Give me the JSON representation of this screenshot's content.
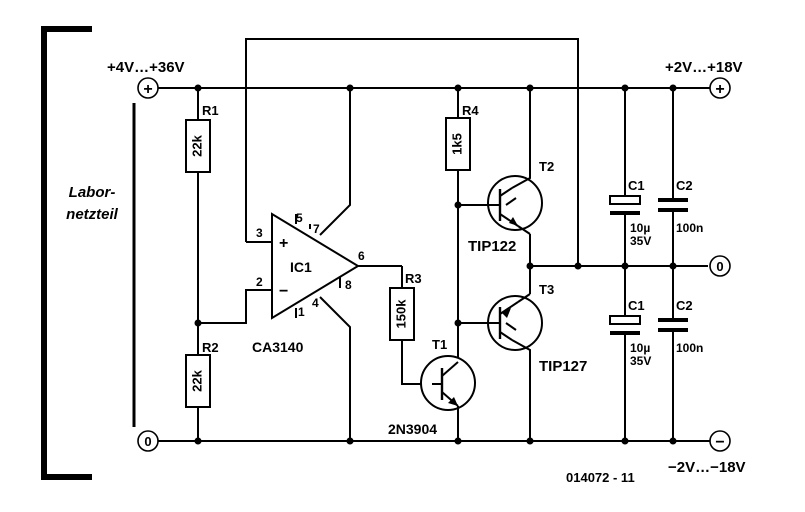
{
  "terminals": {
    "in_pos": "+4V…+36V",
    "in_zero": "0",
    "out_pos": "+2V…+18V",
    "out_zero": "0",
    "out_neg": "−2V…−18V",
    "plus_sign": "+",
    "minus_sign": "−"
  },
  "supply": {
    "label_line1": "Labor-",
    "label_line2": "netzteil"
  },
  "ic1": {
    "name": "IC1",
    "type": "CA3140",
    "pin2": "2",
    "pin3": "3",
    "pin4": "4",
    "pin5": "5",
    "pin6": "6",
    "pin7": "7",
    "pin8": "8",
    "pin1": "1",
    "in_plus": "+",
    "in_minus": "−"
  },
  "resistors": {
    "r1": {
      "name": "R1",
      "value": "22k"
    },
    "r2": {
      "name": "R2",
      "value": "22k"
    },
    "r3": {
      "name": "R3",
      "value": "150k"
    },
    "r4": {
      "name": "R4",
      "value": "1k5"
    }
  },
  "transistors": {
    "t1": {
      "name": "T1",
      "type": "2N3904"
    },
    "t2": {
      "name": "T2",
      "type": "TIP122"
    },
    "t3": {
      "name": "T3",
      "type": "TIP127"
    }
  },
  "capacitors": {
    "c1_top": {
      "name": "C1",
      "value1": "10µ",
      "value2": "35V"
    },
    "c2_top": {
      "name": "C2",
      "value": "100n"
    },
    "c1_bot": {
      "name": "C1",
      "value1": "10µ",
      "value2": "35V"
    },
    "c2_bot": {
      "name": "C2",
      "value": "100n"
    }
  },
  "figure_number": "014072 - 11"
}
